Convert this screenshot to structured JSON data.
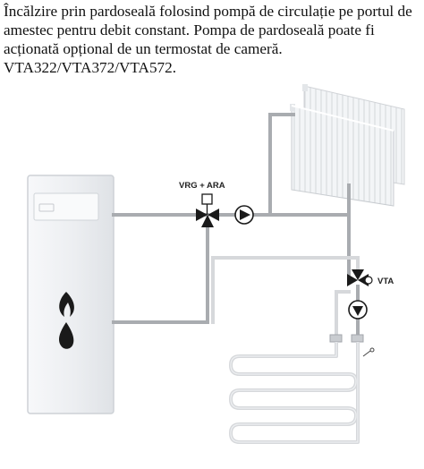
{
  "caption": "Încălzire prin pardoseală folosind pompă de circulație pe portul de amestec pentru debit constant. Pompa de pardoseală poate fi acționată opțional de un termostat de cameră. VTA322/VTA372/VTA572.",
  "labels": {
    "mixing_valve": "VRG + ARA",
    "thermostatic_valve": "VTA"
  },
  "colors": {
    "pipe": "#a9acb0",
    "pipe_light": "#d6d8db",
    "boiler_body": "#eef0f3",
    "radiator": "#f2f4f6",
    "icon_dark": "#1a1a1a"
  },
  "icons": {
    "boiler_fire": "flame-icon",
    "boiler_water": "water-drop-icon",
    "pump": "pump-icon",
    "valve": "three-way-valve-icon"
  }
}
